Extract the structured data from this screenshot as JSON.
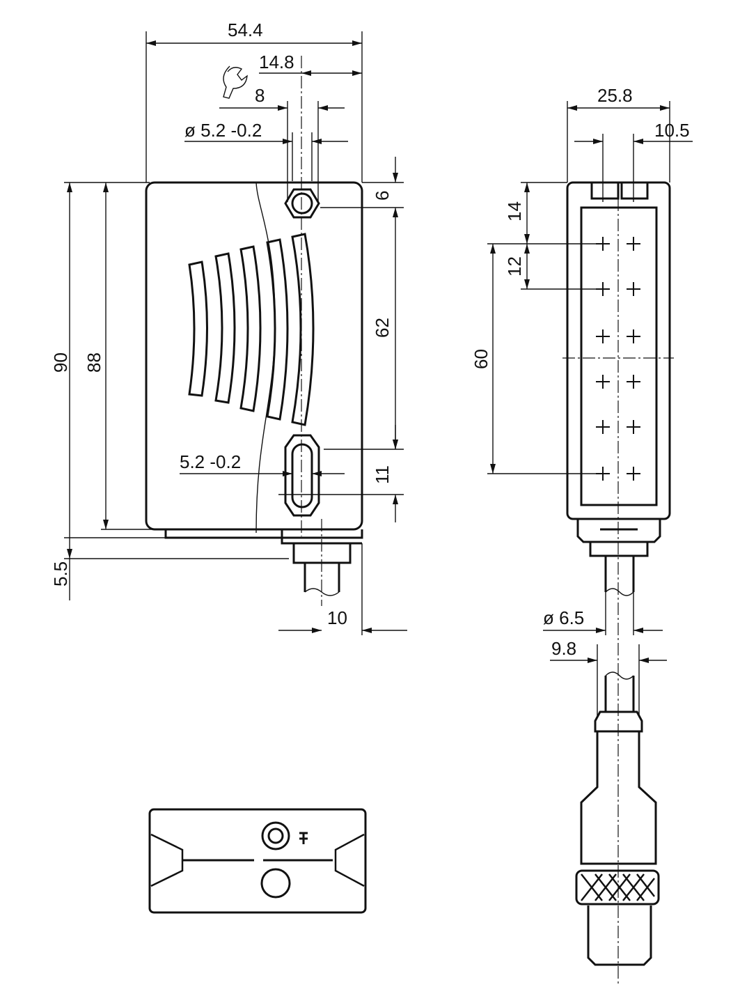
{
  "front_view": {
    "width": "54.4",
    "wrench_offset": "14.8",
    "wrench_size": "8",
    "hole_diameter": "ø 5.2 -0.2",
    "top_hole_offset": "6",
    "hole_spacing": "62",
    "slot_length": "11",
    "slot_width": "5.2 -0.2",
    "total_height": "90",
    "body_height": "88",
    "base_offset": "5.5",
    "cable_offset": "10"
  },
  "side_view": {
    "width": "25.8",
    "led_spacing": "10.5",
    "top_offset": "14",
    "led_pitch": "12",
    "led_field": "60",
    "cable_diameter": "ø 6.5",
    "connector_width": "9.8"
  }
}
